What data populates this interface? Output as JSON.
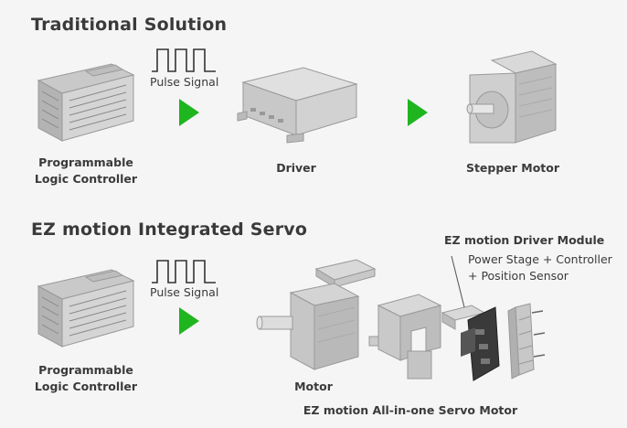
{
  "traditional": {
    "title": "Traditional Solution",
    "pulse_label": "Pulse Signal",
    "plc_label_1": "Programmable",
    "plc_label_2": "Logic Controller",
    "driver_label": "Driver",
    "stepper_label": "Stepper Motor"
  },
  "ez": {
    "title": "EZ motion Integrated Servo",
    "pulse_label": "Pulse Signal",
    "plc_label_1": "Programmable",
    "plc_label_2": "Logic Controller",
    "driver_module_title": "EZ motion Driver Module",
    "driver_module_line1": "Power Stage + Controller",
    "driver_module_line2": "+ Position Sensor",
    "motor_label": "Motor",
    "servo_label": "EZ motion All-in-one Servo Motor"
  },
  "colors": {
    "arrow": "#1fb51f",
    "text": "#3a3a3a",
    "background": "#f5f5f5"
  }
}
